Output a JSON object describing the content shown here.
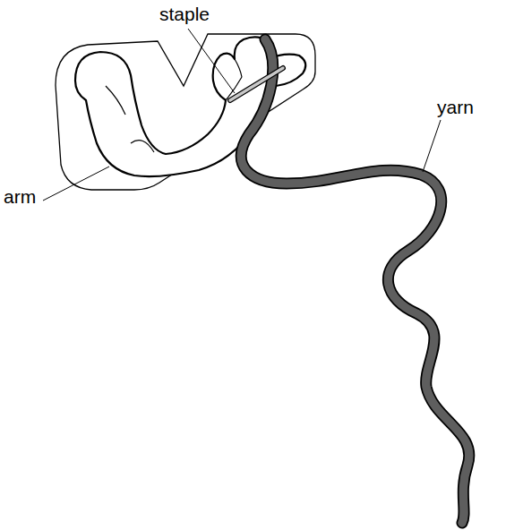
{
  "diagram": {
    "labels": [
      "staple",
      "arm",
      "yarn"
    ]
  }
}
